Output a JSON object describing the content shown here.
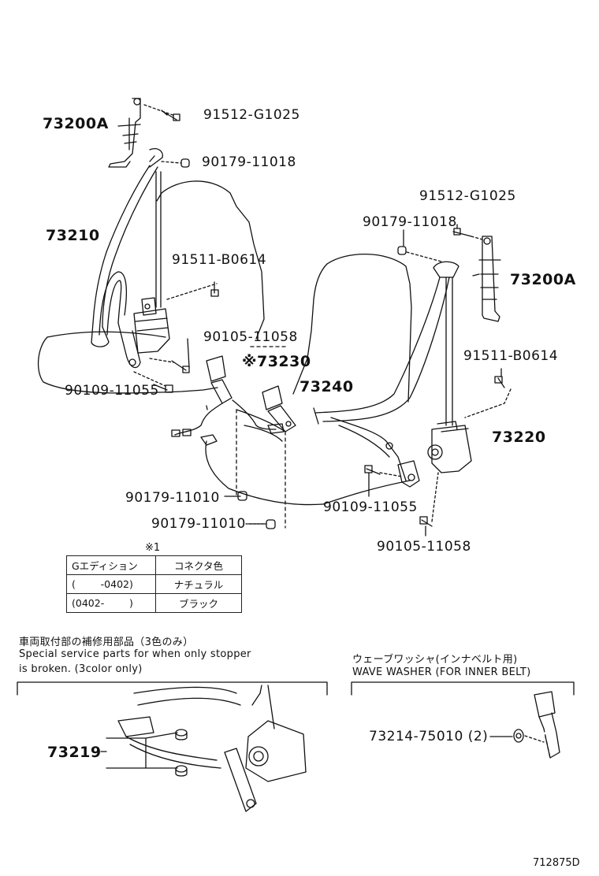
{
  "labels": {
    "top_left_retractor": "73200A",
    "bolt_top_left": "91512-G1025",
    "washer_top_left": "90179-11018",
    "belt_front_left": "73210",
    "bolt_mid_left": "91511-B0614",
    "bolt_buckle_left": "90105-11058",
    "buckle_note": "※73230",
    "bolt_anchor_left": "90109-11055",
    "buckle_inner": "73240",
    "bolt_top_right": "91512-G1025",
    "washer_top_right": "90179-11018",
    "top_right_retractor": "73200A",
    "bolt_mid_right": "91511-B0614",
    "retractor_right": "73220",
    "washer_lower_1": "90179-11010",
    "washer_lower_2": "90179-11010",
    "bolt_anchor_right": "90109-11055",
    "bolt_buckle_right": "90105-11058",
    "service_part": "73219",
    "wave_washer_part": "73214-75010 (2)",
    "diagram_code": "712875D"
  },
  "footnote_table": {
    "mark": "※1",
    "headers": [
      "Gエディション",
      "コネクタ色"
    ],
    "rows": [
      [
        "(        -0402)",
        "ナチュラル"
      ],
      [
        "(0402-        )",
        "ブラック"
      ]
    ]
  },
  "notes": {
    "service_jp": "車両取付部の補修用部品（3色のみ）",
    "service_en_line1": "Special service parts for when only stopper",
    "service_en_line2": " is broken. (3color only)",
    "washer_jp": "ウェーブワッシャ(インナベルト用)",
    "washer_en": "WAVE WASHER (FOR INNER BELT)"
  }
}
